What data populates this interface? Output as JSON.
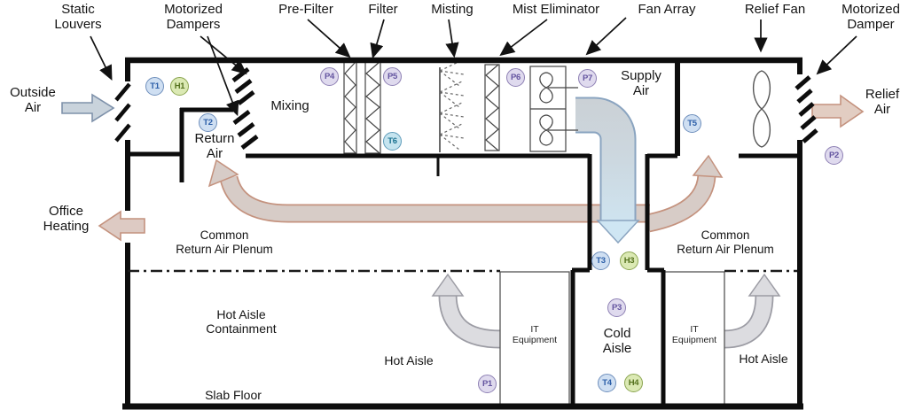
{
  "equipment_labels": {
    "static_louvers": [
      "Static",
      "Louvers"
    ],
    "motorized_dampers": [
      "Motorized",
      "Dampers"
    ],
    "pre_filter": "Pre-Filter",
    "filter": "Filter",
    "misting": "Misting",
    "mist_eliminator": "Mist Eliminator",
    "fan_array": "Fan Array",
    "relief_fan": "Relief Fan",
    "motorized_damper": [
      "Motorized",
      "Damper"
    ]
  },
  "airflow_labels": {
    "outside_air": [
      "Outside",
      "Air"
    ],
    "relief_air": [
      "Relief",
      "Air"
    ],
    "office_heating": [
      "Office",
      "Heating"
    ],
    "return_air": [
      "Return",
      "Air"
    ],
    "supply_air": [
      "Supply",
      "Air"
    ],
    "mixing": "Mixing"
  },
  "zone_labels": {
    "common_return_air_plenum_left": [
      "Common",
      "Return Air Plenum"
    ],
    "common_return_air_plenum_right": [
      "Common",
      "Return Air Plenum"
    ],
    "hot_aisle_containment": [
      "Hot Aisle",
      "Containment"
    ],
    "hot_aisle_left": "Hot Aisle",
    "hot_aisle_right": "Hot Aisle",
    "cold_aisle": [
      "Cold",
      "Aisle"
    ],
    "it_equipment_left": [
      "IT",
      "Equipment"
    ],
    "it_equipment_right": [
      "IT",
      "Equipment"
    ],
    "slab_floor": "Slab Floor"
  },
  "sensors": [
    {
      "id": "T1",
      "type": "temperature"
    },
    {
      "id": "H1",
      "type": "humidity"
    },
    {
      "id": "T2",
      "type": "temperature"
    },
    {
      "id": "P4",
      "type": "pressure"
    },
    {
      "id": "P5",
      "type": "pressure"
    },
    {
      "id": "T6",
      "type": "temperature"
    },
    {
      "id": "P6",
      "type": "pressure"
    },
    {
      "id": "P7",
      "type": "pressure"
    },
    {
      "id": "T5",
      "type": "temperature"
    },
    {
      "id": "P2",
      "type": "pressure"
    },
    {
      "id": "T3",
      "type": "temperature"
    },
    {
      "id": "H3",
      "type": "humidity"
    },
    {
      "id": "P3",
      "type": "pressure"
    },
    {
      "id": "T4",
      "type": "temperature"
    },
    {
      "id": "H4",
      "type": "humidity"
    },
    {
      "id": "P1",
      "type": "pressure"
    }
  ],
  "colors": {
    "wall": "#111111",
    "temperature_sensor_fill": "#cfdff2",
    "humidity_sensor_fill": "#dbe9b4",
    "pressure_sensor_fill": "#dfdaee",
    "warm_air_fill": "#d7ccc7",
    "warm_air_border": "#c4927e",
    "cool_air_fill": "#cfe5f2",
    "cool_air_border": "#8aa4c0",
    "neutral_air_fill": "#dcdce0",
    "neutral_air_border": "#9c9ca4"
  }
}
